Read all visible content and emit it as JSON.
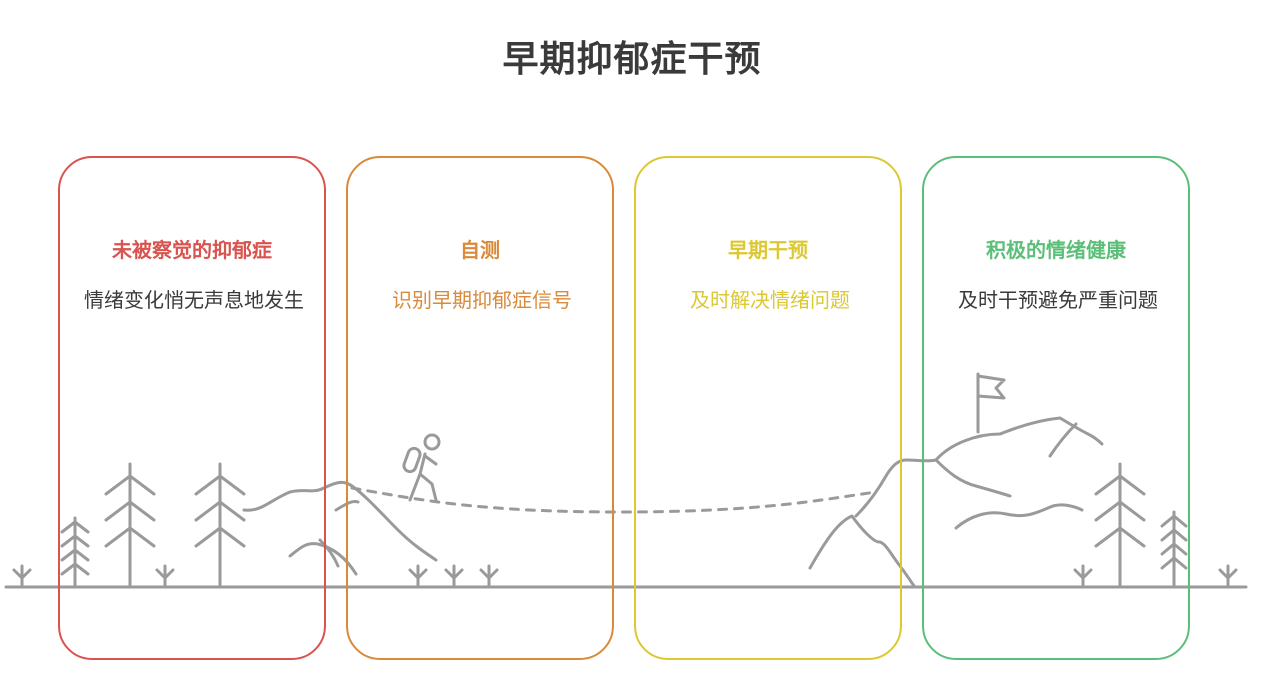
{
  "title": "早期抑郁症干预",
  "stages": [
    {
      "title": "未被察觉的抑郁症",
      "description": "情绪变化悄无声息地发生",
      "color": "#d9534f",
      "desc_color": "#3a3a3a"
    },
    {
      "title": "自测",
      "description": "识别早期抑郁症信号",
      "color": "#d98a3a",
      "desc_color": "#d98a3a"
    },
    {
      "title": "早期干预",
      "description": "及时解决情绪问题",
      "color": "#dcc832",
      "desc_color": "#dcc832"
    },
    {
      "title": "积极的情绪健康",
      "description": "及时干预避免严重问题",
      "color": "#5cbf79",
      "desc_color": "#3a3a3a"
    }
  ],
  "illustration": {
    "line_color": "#9a9a9a",
    "icons": [
      "tree-icon",
      "mountain-icon",
      "hiker-icon",
      "flag-icon",
      "grass-icon"
    ]
  }
}
